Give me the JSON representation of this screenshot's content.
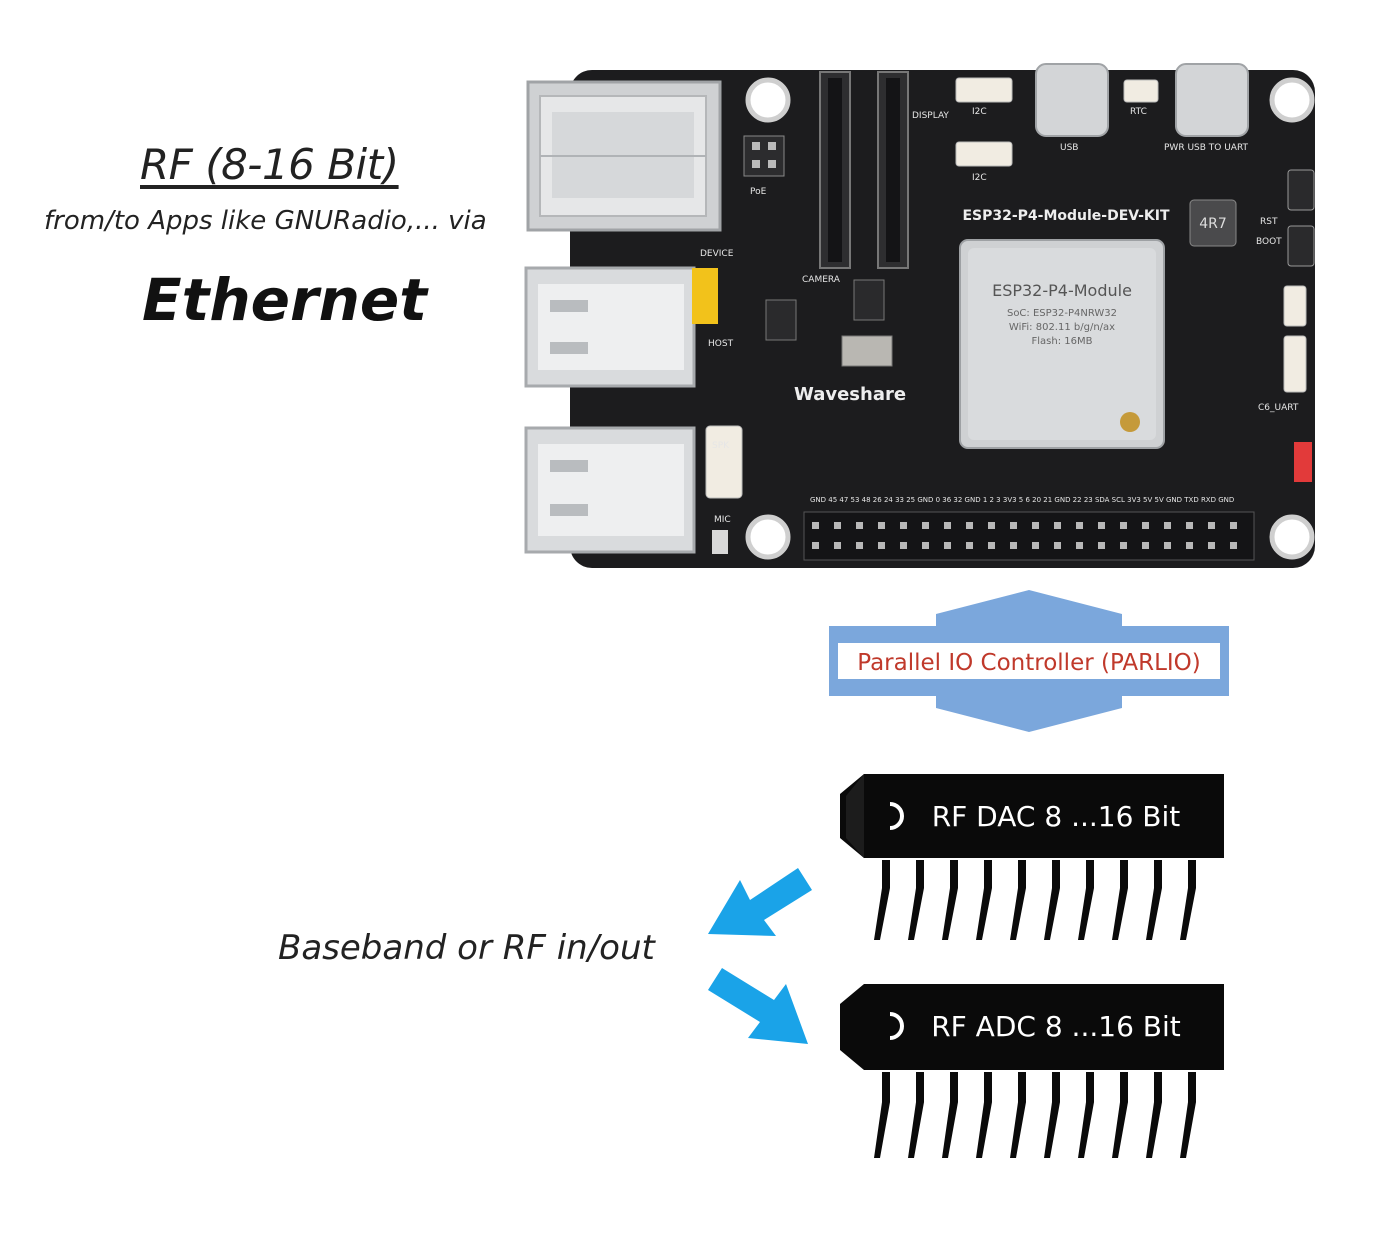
{
  "left_text": {
    "title": "RF (8-16 Bit)",
    "subtitle": "from/to Apps like GNURadio,... via",
    "interface": "Ethernet"
  },
  "board": {
    "name": "ESP32-P4-Module-DEV-KIT",
    "module_label": "ESP32-P4-Module",
    "module_soc": "SoC: ESP32-P4NRW32",
    "module_wifi": "WiFi: 802.11 b/g/n/ax",
    "module_flash": "Flash: 16MB",
    "brand": "Waveshare",
    "inductor": "4R7",
    "labels": {
      "poe": "PoE",
      "camera": "CAMERA",
      "display": "DISPLAY",
      "i2c_top": "I2C",
      "i2c_mid": "I2C",
      "usb": "USB",
      "rtc": "RTC",
      "pwr_usb_uart": "PWR USB TO UART",
      "rst": "RST",
      "boot": "BOOT",
      "device": "DEVICE",
      "host": "HOST",
      "spk": "SPK",
      "mic": "MIC",
      "c6_uart": "C6_UART"
    },
    "gpio_header_labels": "GND 45 47 53 48 26 24 33 25 GND 0 36 32 GND 1 2 3 3V3 5 6 20 21 GND 22 23 SDA SCL 3V3 5V 5V GND TXD RXD GND"
  },
  "parlio": {
    "label": "Parallel IO Controller (PARLIO)",
    "arrow_color": "#7ba7dc",
    "label_color": "#c0392b"
  },
  "chips": {
    "dac": "RF DAC 8 ...16 Bit",
    "adc": "RF ADC 8 ...16 Bit"
  },
  "signal": {
    "label": "Baseband or RF in/out",
    "arrow_color": "#1aa3e8"
  }
}
